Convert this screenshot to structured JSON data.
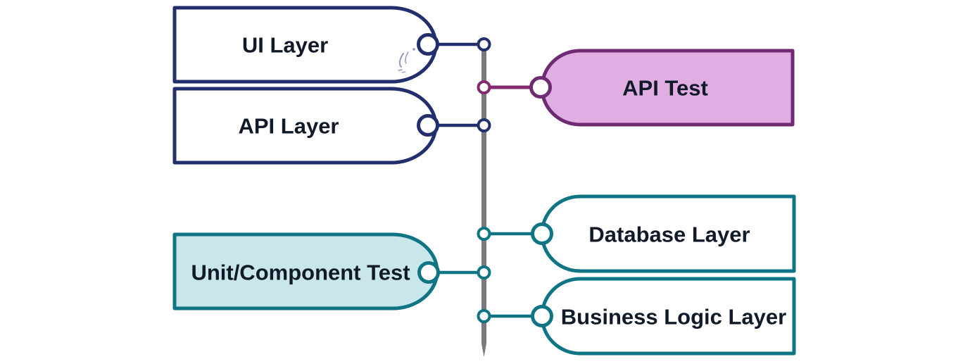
{
  "colors": {
    "navy": "#232f6d",
    "teal": "#0f7585",
    "purple": "#6f2b72",
    "magenta": "#832a70",
    "pink": "#e0aee3",
    "cyan": "#c9e7ea",
    "gray": "#7b787e",
    "ink": "#6b79ae",
    "text": "#111a29",
    "bg": "#ffffff"
  },
  "diagram": {
    "layers": {
      "ui": {
        "label": "UI Layer"
      },
      "api": {
        "label": "API Layer"
      },
      "database": {
        "label": "Database Layer"
      },
      "business_logic": {
        "label": "Business Logic Layer"
      }
    },
    "tests": {
      "api_test": {
        "label": "API Test"
      },
      "unit_component_test": {
        "label": "Unit/Component Test"
      }
    },
    "spine_order_top_to_bottom": [
      "UI Layer",
      "API Test",
      "API Layer",
      "Database Layer",
      "Unit/Component Test",
      "Business Logic Layer"
    ]
  }
}
